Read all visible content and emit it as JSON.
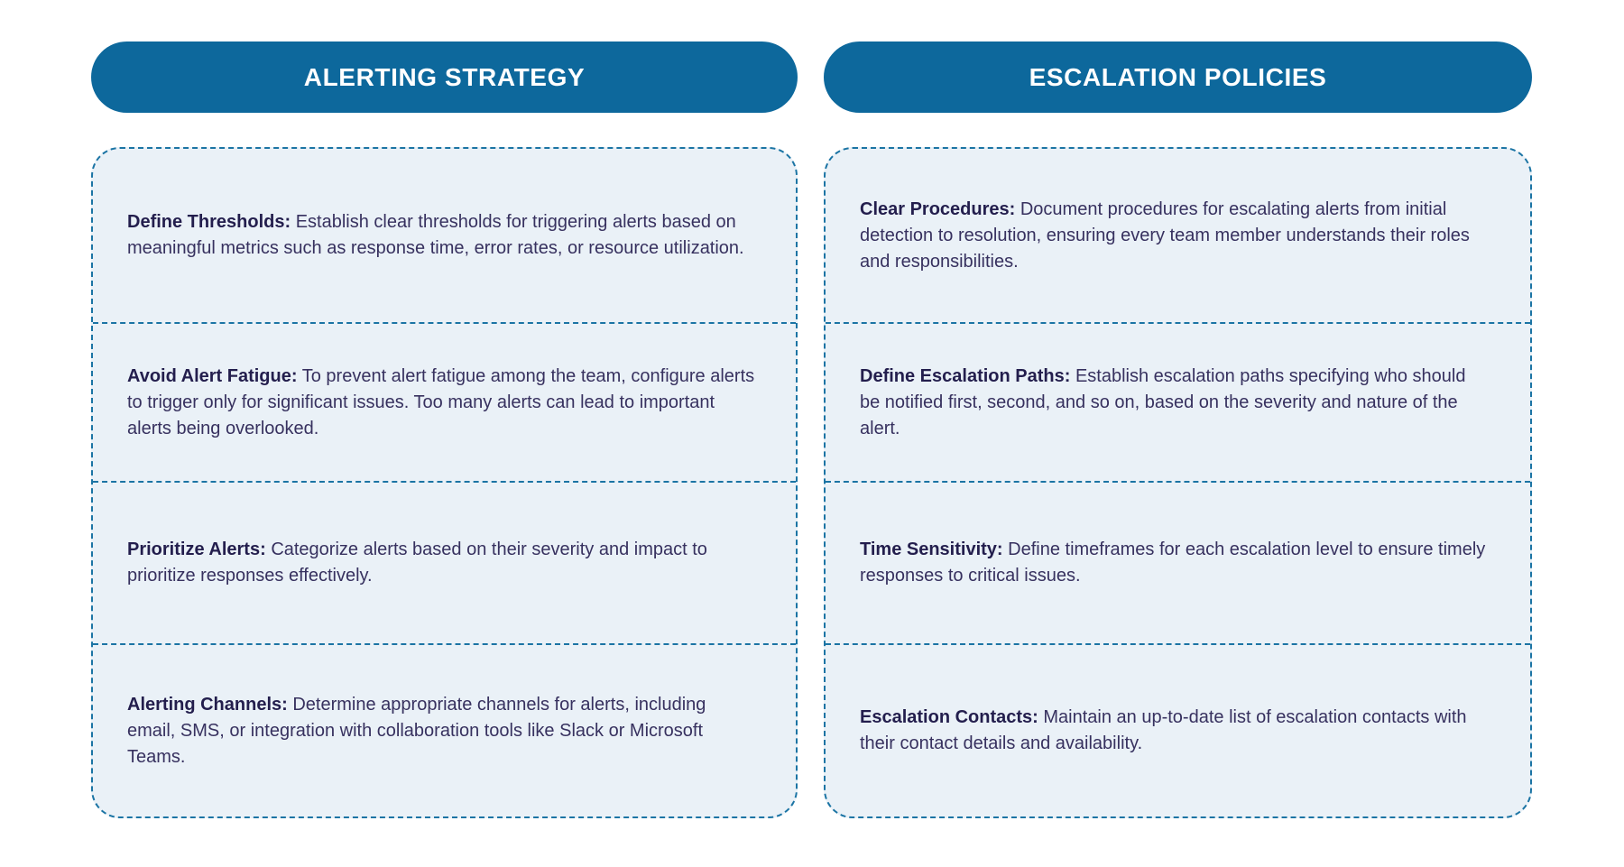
{
  "theme": {
    "pill_blue": "#0d689c",
    "border_blue": "#1b74a4",
    "cell_bg": "#eaf1f7",
    "heading_color": "#231e4d",
    "body_color": "#37315f",
    "page_bg": "#ffffff"
  },
  "columns": [
    {
      "header": "ALERTING STRATEGY",
      "items": [
        {
          "title": "Define Thresholds:",
          "text": "Establish clear thresholds for triggering alerts based on meaningful metrics such as response time, error rates, or resource utilization."
        },
        {
          "title": "Avoid Alert Fatigue:",
          "text": "To prevent alert fatigue among the team, configure alerts to trigger only for significant issues. Too many alerts can lead to important alerts being overlooked."
        },
        {
          "title": "Prioritize Alerts:",
          "text": "Categorize alerts based on their severity and impact to prioritize responses effectively."
        },
        {
          "title": "Alerting Channels:",
          "text": "Determine appropriate channels for alerts, including email, SMS, or integration with collaboration tools like Slack or Microsoft Teams."
        }
      ]
    },
    {
      "header": "ESCALATION POLICIES",
      "items": [
        {
          "title": "Clear Procedures:",
          "text": "Document procedures for escalating alerts from initial detection to resolution, ensuring every team member understands their roles and responsibilities."
        },
        {
          "title": "Define Escalation Paths:",
          "text": "Establish escalation paths specifying who should be notified first, second, and so on, based on the severity and nature of the alert."
        },
        {
          "title": "Time Sensitivity:",
          "text": "Define timeframes for each escalation level to ensure timely responses to critical issues."
        },
        {
          "title": "Escalation Contacts:",
          "text": "Maintain an up-to-date list of escalation contacts with their contact details and availability."
        }
      ]
    }
  ]
}
